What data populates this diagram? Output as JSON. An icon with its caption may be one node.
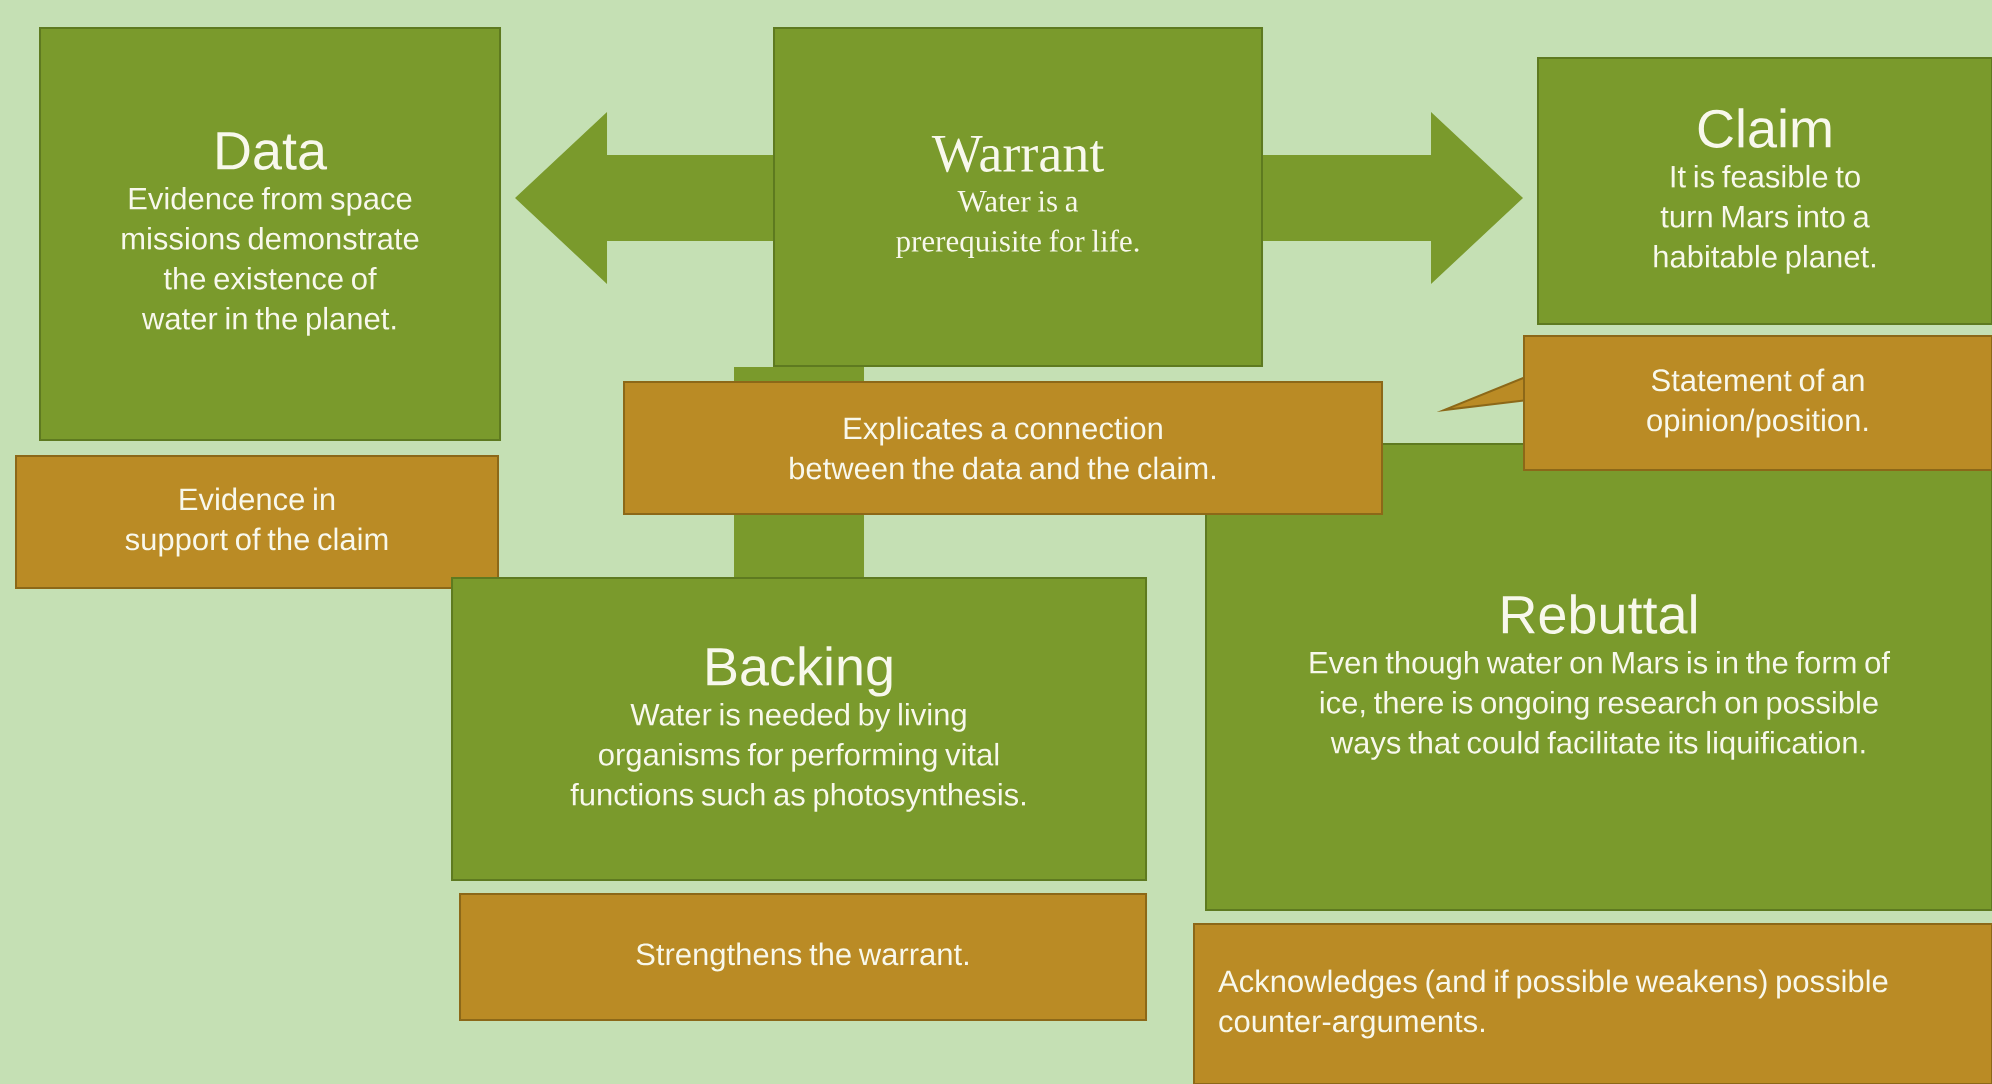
{
  "diagram": {
    "nodes": [
      {
        "text": [
          "Data",
          "Evidence from space missions demonstrate the existence of water in the planet."
        ]
      },
      {
        "text": [
          "Warrant",
          "Water is a prerequisite for life."
        ]
      },
      {
        "text": [
          "Claim",
          "It is feasible to turn Mars into a habitable planet."
        ]
      },
      {
        "text": [
          "Evidence in support of the claim"
        ]
      },
      {
        "text": [
          "Explicates a connection between the data and the claim."
        ]
      },
      {
        "text": [
          "Statement of an opinion/position."
        ]
      },
      {
        "text": [
          "Backing",
          "Water is needed by living organisms for performing vital functions such as photosynthesis."
        ]
      },
      {
        "text": [
          "Rebuttal",
          "Even though water on Mars is in the form of ice, there is ongoing research on possible ways that could facilitate its liquification."
        ]
      },
      {
        "text": [
          "Strengthens the warrant."
        ]
      },
      {
        "text": [
          "Acknowledges (and if possible weakens) possible counter-arguments."
        ]
      }
    ],
    "edges": [
      {
        "from": 1,
        "to": 0,
        "arrow": "to"
      },
      {
        "from": 1,
        "to": 2,
        "arrow": "to"
      },
      {
        "from": 1,
        "to": 6,
        "arrow": "none"
      }
    ]
  }
}
